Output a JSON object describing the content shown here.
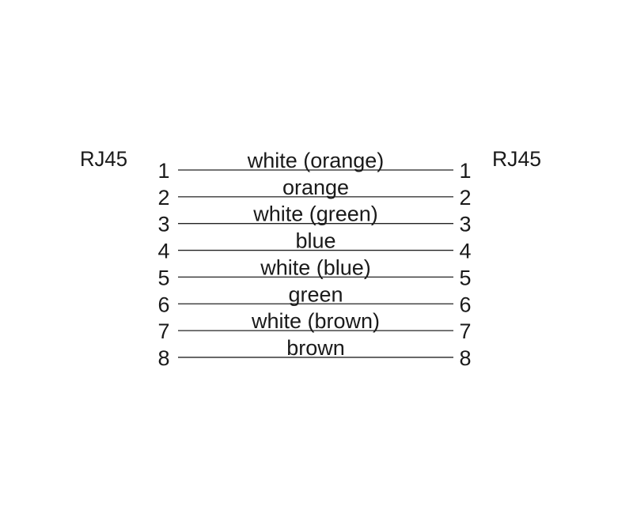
{
  "connectors": {
    "left_label": "RJ45",
    "right_label": "RJ45"
  },
  "wires": [
    {
      "pin_left": "1",
      "color": "white (orange)",
      "pin_right": "1"
    },
    {
      "pin_left": "2",
      "color": "orange",
      "pin_right": "2"
    },
    {
      "pin_left": "3",
      "color": "white (green)",
      "pin_right": "3"
    },
    {
      "pin_left": "4",
      "color": "blue",
      "pin_right": "4"
    },
    {
      "pin_left": "5",
      "color": "white (blue)",
      "pin_right": "5"
    },
    {
      "pin_left": "6",
      "color": "green",
      "pin_right": "6"
    },
    {
      "pin_left": "7",
      "color": "white (brown)",
      "pin_right": "7"
    },
    {
      "pin_left": "8",
      "color": "brown",
      "pin_right": "8"
    }
  ]
}
